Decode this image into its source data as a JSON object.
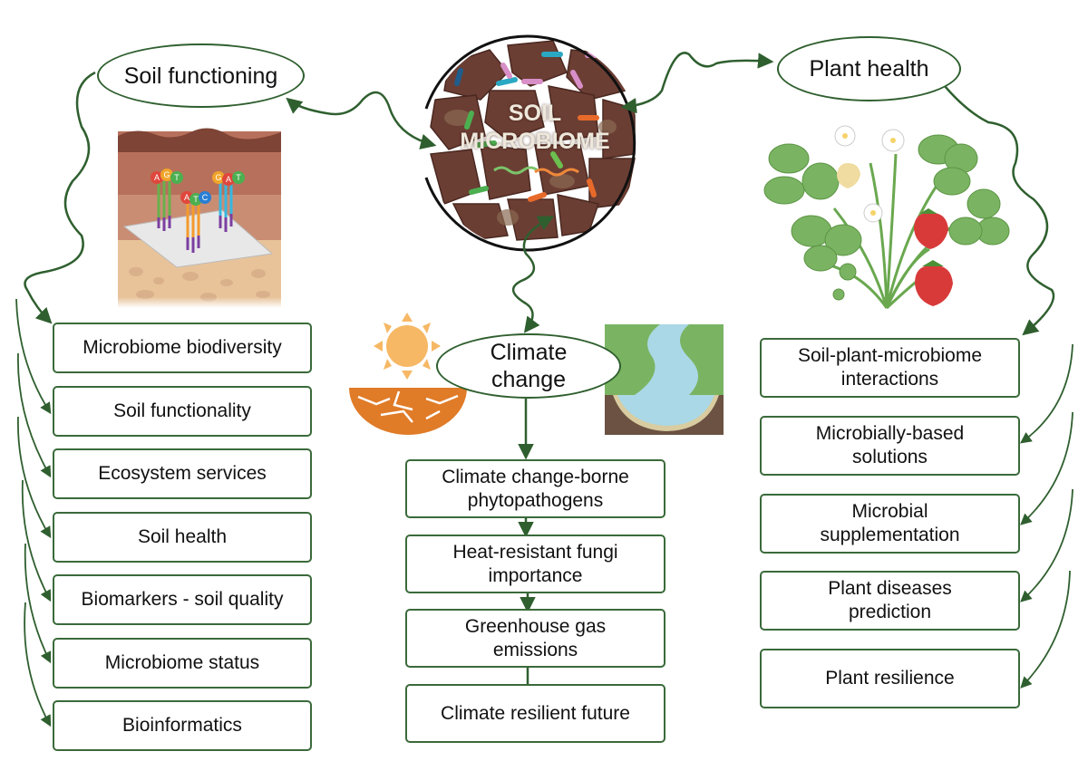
{
  "center": {
    "label_line1": "SOIL",
    "label_line2": "MICROBIOME"
  },
  "nodes": {
    "soil_functioning": "Soil functioning",
    "plant_health": "Plant health",
    "climate_change_line1": "Climate",
    "climate_change_line2": "change"
  },
  "soil_functioning_items": [
    "Microbiome biodiversity",
    "Soil functionality",
    "Ecosystem services",
    "Soil health",
    "Biomarkers - soil quality",
    "Microbiome status",
    "Bioinformatics"
  ],
  "climate_change_items": [
    "Climate change-borne\nphytopathogens",
    "Heat-resistant fungi\nimportance",
    "Greenhouse gas\nemissions",
    "Climate resilient future"
  ],
  "plant_health_items": [
    "Soil-plant-microbiome\ninteractions",
    "Microbially-based\nsolutions",
    "Microbial\nsupplementation",
    "Plant diseases\nprediction",
    "Plant resilience"
  ],
  "illustrations": {
    "dna_labels_1": [
      "A",
      "G",
      "T"
    ],
    "dna_labels_2": [
      "A",
      "T",
      "C"
    ],
    "dna_labels_3": [
      "G",
      "A",
      "T"
    ]
  },
  "colors": {
    "connector_green": "#2f5f2f",
    "box_border": "#3a6a3a",
    "soil_brown": "#6b3e34",
    "strawberry_red": "#d83a3a",
    "leaf_green": "#7ab462",
    "sun_orange": "#f6b865",
    "cracked_earth": "#e07b28",
    "river_blue": "#aad8e6"
  }
}
